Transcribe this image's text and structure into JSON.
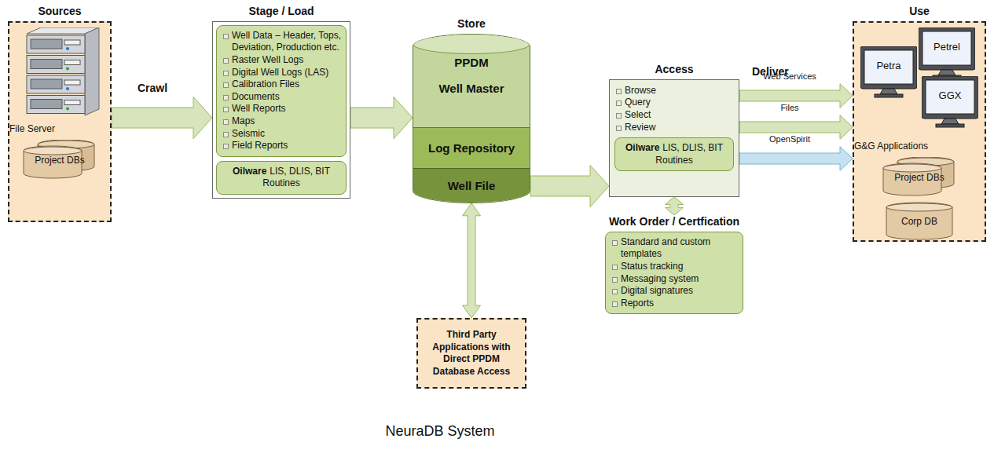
{
  "diagram": {
    "caption": "NeuraDB System",
    "nodes": [
      {
        "text": [
          "Sources",
          "File Server"
        ]
      },
      {
        "text": [
          "Project DBs"
        ],
        "in": 0
      },
      {
        "text": [
          "Stage / Load"
        ]
      },
      {
        "text": [
          "Well Data – Header, Tops, Deviation, Production etc.",
          "Raster Well Logs",
          "Digital Well Logs (LAS)",
          "Calibration Files",
          "Documents",
          "Well Reports",
          "Maps",
          "Seismic",
          "Field Reports"
        ],
        "in": 2
      },
      {
        "text": [
          "Oilware",
          "LIS, DLIS, BIT Routines"
        ],
        "in": 2
      },
      {
        "text": [
          "Store"
        ]
      },
      {
        "text": [
          "PPDM",
          "Well Master"
        ],
        "in": 5
      },
      {
        "text": [
          "Log Repository"
        ],
        "in": 5
      },
      {
        "text": [
          "Well File"
        ],
        "in": 5
      },
      {
        "text": [
          "Access",
          "Browse",
          "Query",
          "Select",
          "Review"
        ]
      },
      {
        "text": [
          "Oilware",
          "LIS, DLIS, BIT Routines"
        ],
        "in": 9
      },
      {
        "text": [
          "Work Order / Certfication",
          "Standard and custom templates",
          "Status tracking",
          "Messaging system",
          "Digital signatures",
          "Reports"
        ]
      },
      {
        "text": [
          "Third Party Applications with Direct PPDM Database Access"
        ]
      },
      {
        "text": [
          "Use",
          "G&G Applications"
        ]
      },
      {
        "text": [
          "Petra"
        ],
        "in": 13
      },
      {
        "text": [
          "Petrel"
        ],
        "in": 13
      },
      {
        "text": [
          "GGX"
        ],
        "in": 13
      },
      {
        "text": [
          "Project DBs"
        ],
        "in": 13
      },
      {
        "text": [
          "Corp DB"
        ],
        "in": 13
      }
    ],
    "edges": [
      {
        "from": 0,
        "to": 2,
        "arrow": "to",
        "label": "Crawl"
      },
      {
        "from": 2,
        "to": 5,
        "arrow": "to"
      },
      {
        "from": 5,
        "to": 9,
        "arrow": "to"
      },
      {
        "from": 5,
        "to": 12,
        "arrow": "both"
      },
      {
        "from": 9,
        "to": 11,
        "arrow": "both"
      },
      {
        "from": 9,
        "to": 13,
        "arrow": "to",
        "label": "Web Services"
      },
      {
        "from": 9,
        "to": 13,
        "arrow": "to",
        "label": "Files"
      },
      {
        "from": 9,
        "to": 13,
        "arrow": "to",
        "label": "OpenSpirit"
      }
    ],
    "labels": [
      "Deliver"
    ]
  }
}
